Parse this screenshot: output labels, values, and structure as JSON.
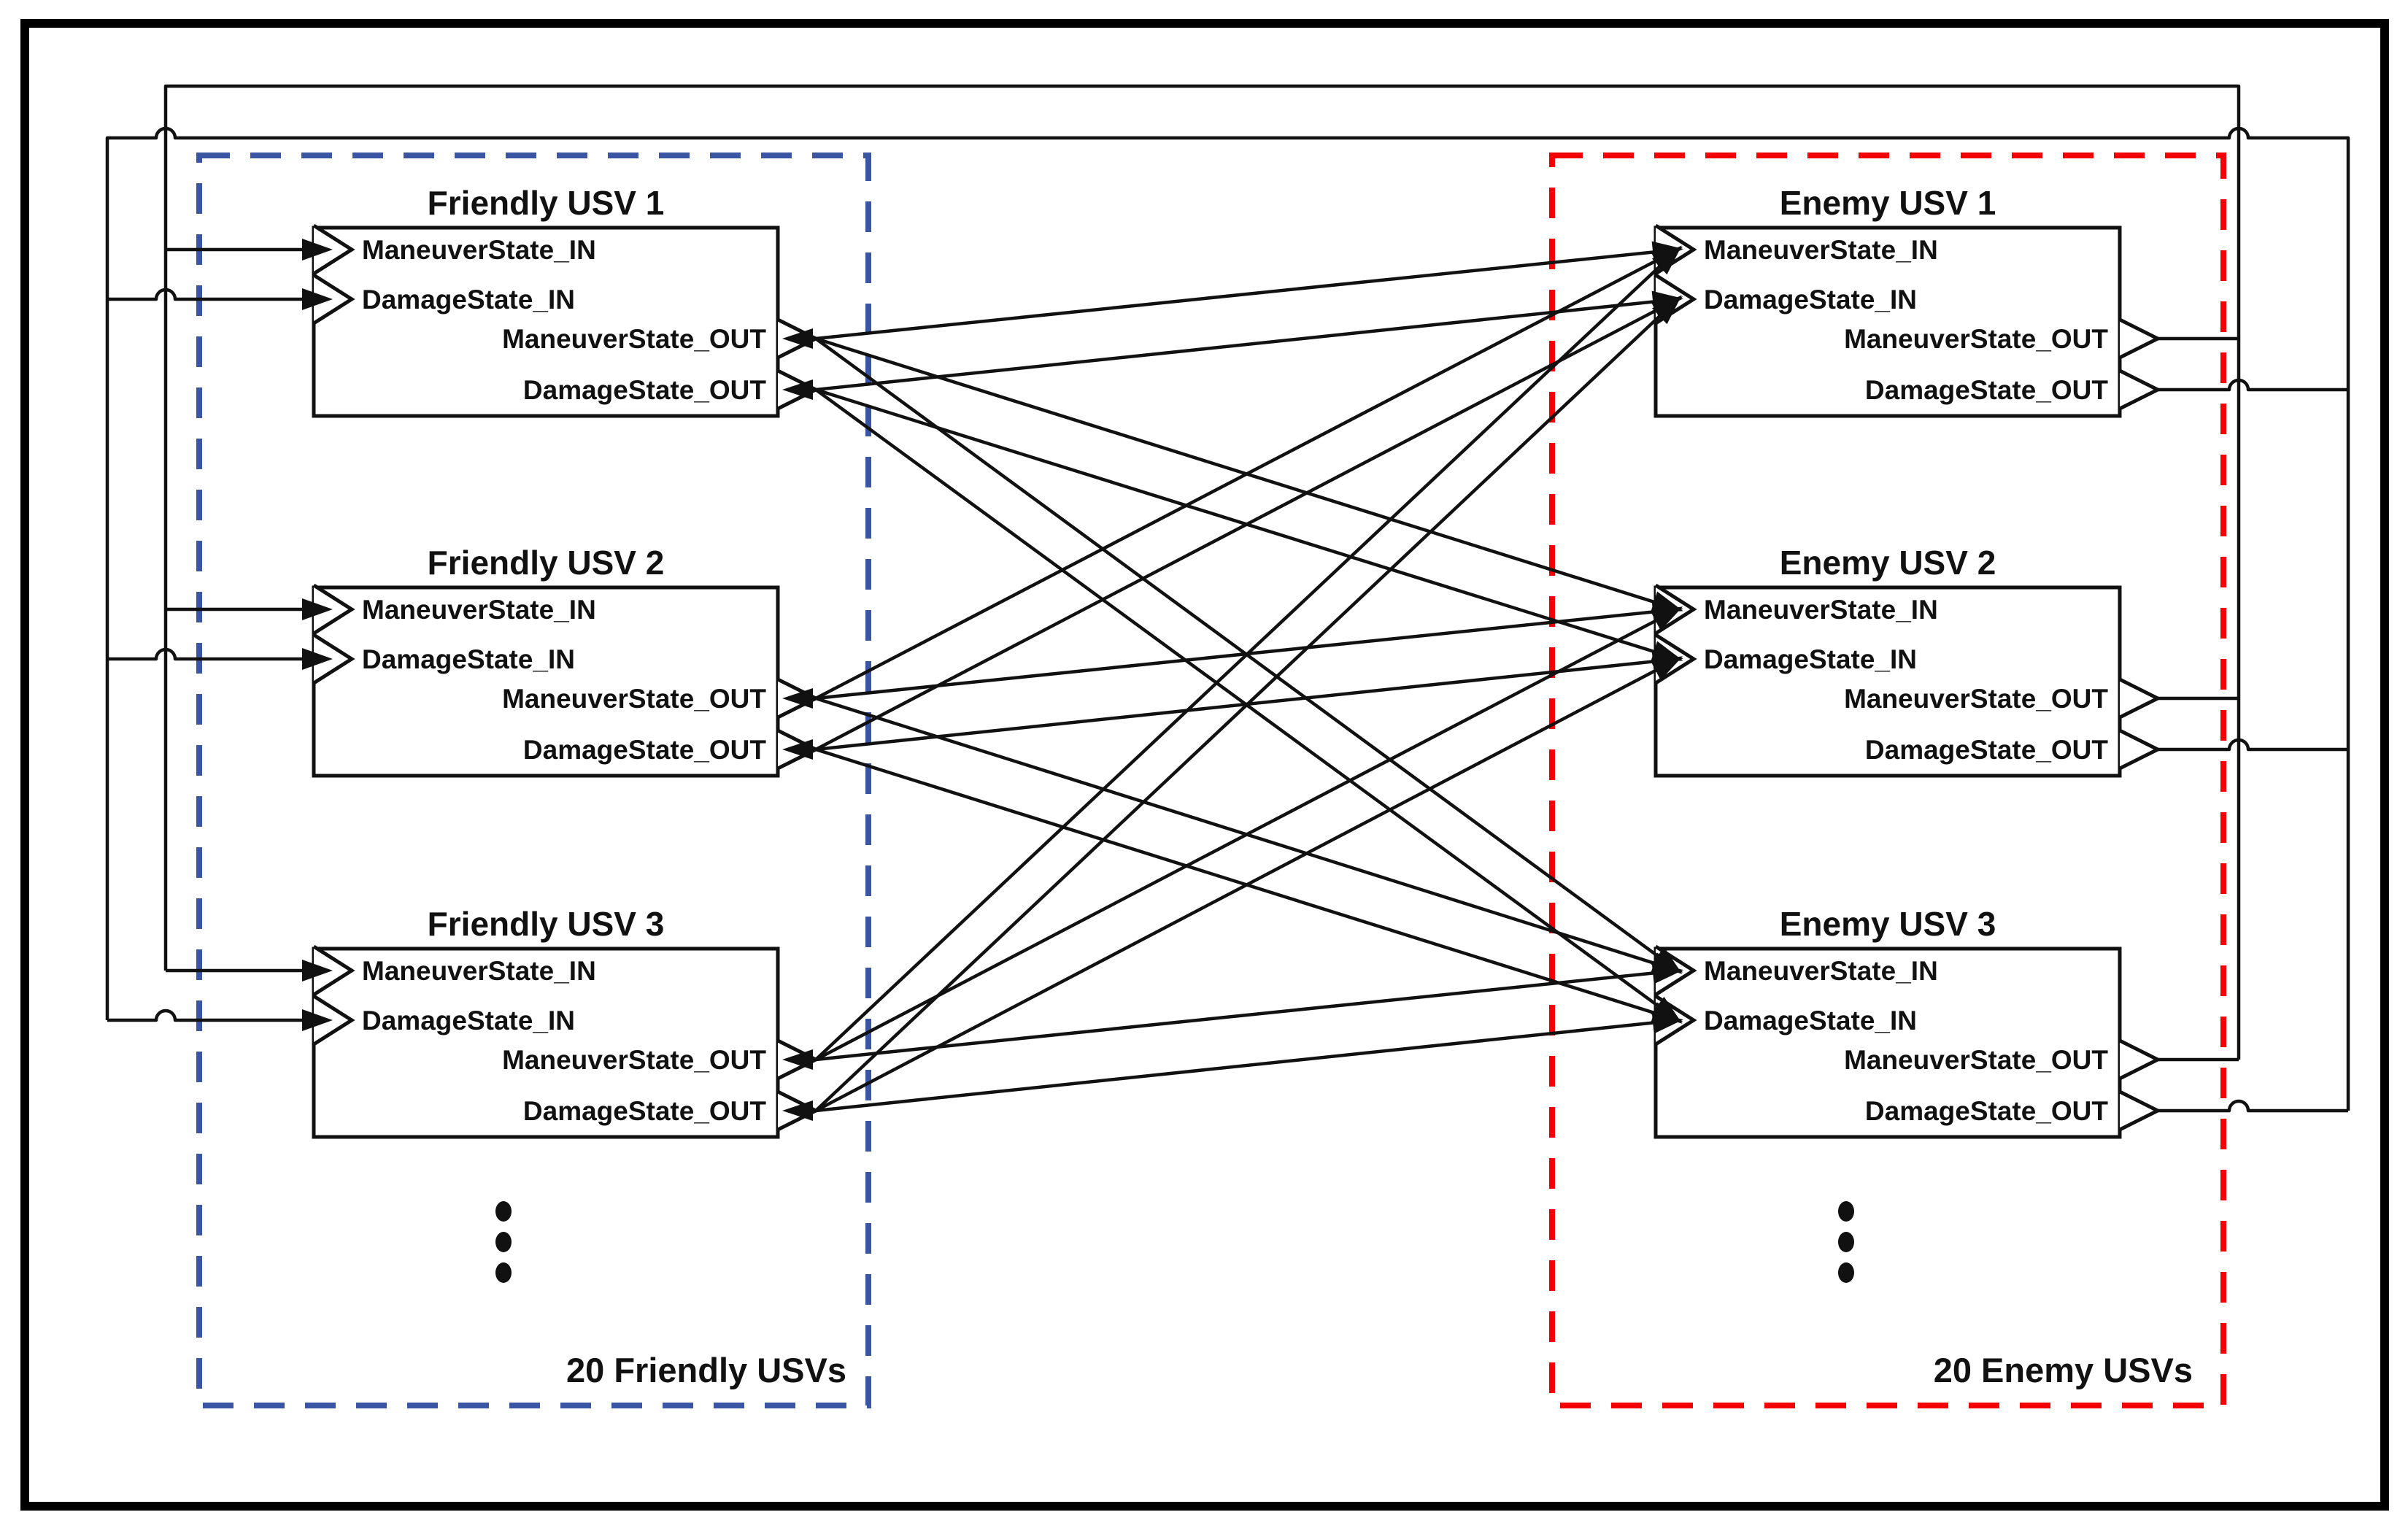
{
  "colors": {
    "friendly_title": "#1A7DD2",
    "friendly_box": "#3A55A4",
    "enemy_title": "#F40000",
    "enemy_box": "#F40000",
    "wire": "#111111"
  },
  "port_labels": {
    "maneuver_in": "ManeuverState_IN",
    "damage_in": "DamageState_IN",
    "maneuver_out": "ManeuverState_OUT",
    "damage_out": "DamageState_OUT"
  },
  "friendly": {
    "count_label": "20 Friendly USVs",
    "blocks": [
      {
        "title": "Friendly USV 1"
      },
      {
        "title": "Friendly USV 2"
      },
      {
        "title": "Friendly USV 3"
      }
    ]
  },
  "enemy": {
    "count_label": "20 Enemy USVs",
    "blocks": [
      {
        "title": "Enemy USV 1"
      },
      {
        "title": "Enemy USV 2"
      },
      {
        "title": "Enemy USV 3"
      }
    ]
  }
}
